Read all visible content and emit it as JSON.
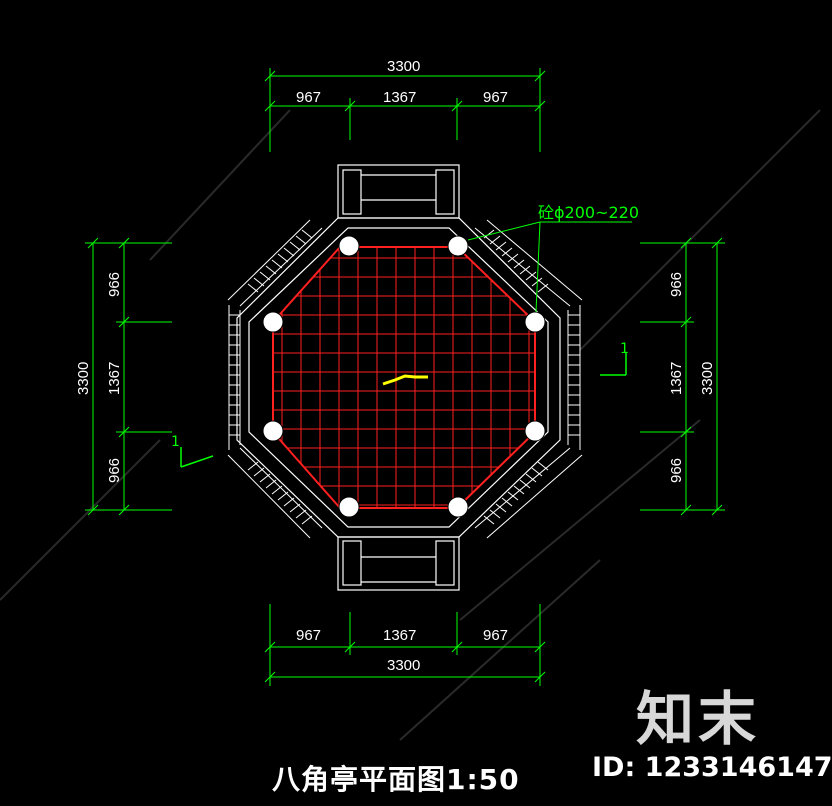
{
  "drawing": {
    "title": "八角亭平面图1:50",
    "column_note": "砼ϕ200~220",
    "section_mark_left": "1",
    "section_mark_right": "1",
    "top_dims": {
      "total": "3300",
      "left": "967",
      "middle": "1367",
      "right": "967"
    },
    "bottom_dims": {
      "total": "3300",
      "left": "967",
      "middle": "1367",
      "right": "967"
    },
    "left_dims": {
      "total": "3300",
      "top": "966",
      "middle": "1367",
      "bottom": "966"
    },
    "right_dims": {
      "total": "3300",
      "top": "966",
      "middle": "1367",
      "bottom": "966"
    }
  },
  "watermark": {
    "id_label": "ID: 1233146147",
    "logo": "知末"
  },
  "colors": {
    "background": "#000000",
    "dimension": "#00ff00",
    "grid": "#ff2020",
    "outline": "#ffffff",
    "highlight": "#ffff00"
  }
}
